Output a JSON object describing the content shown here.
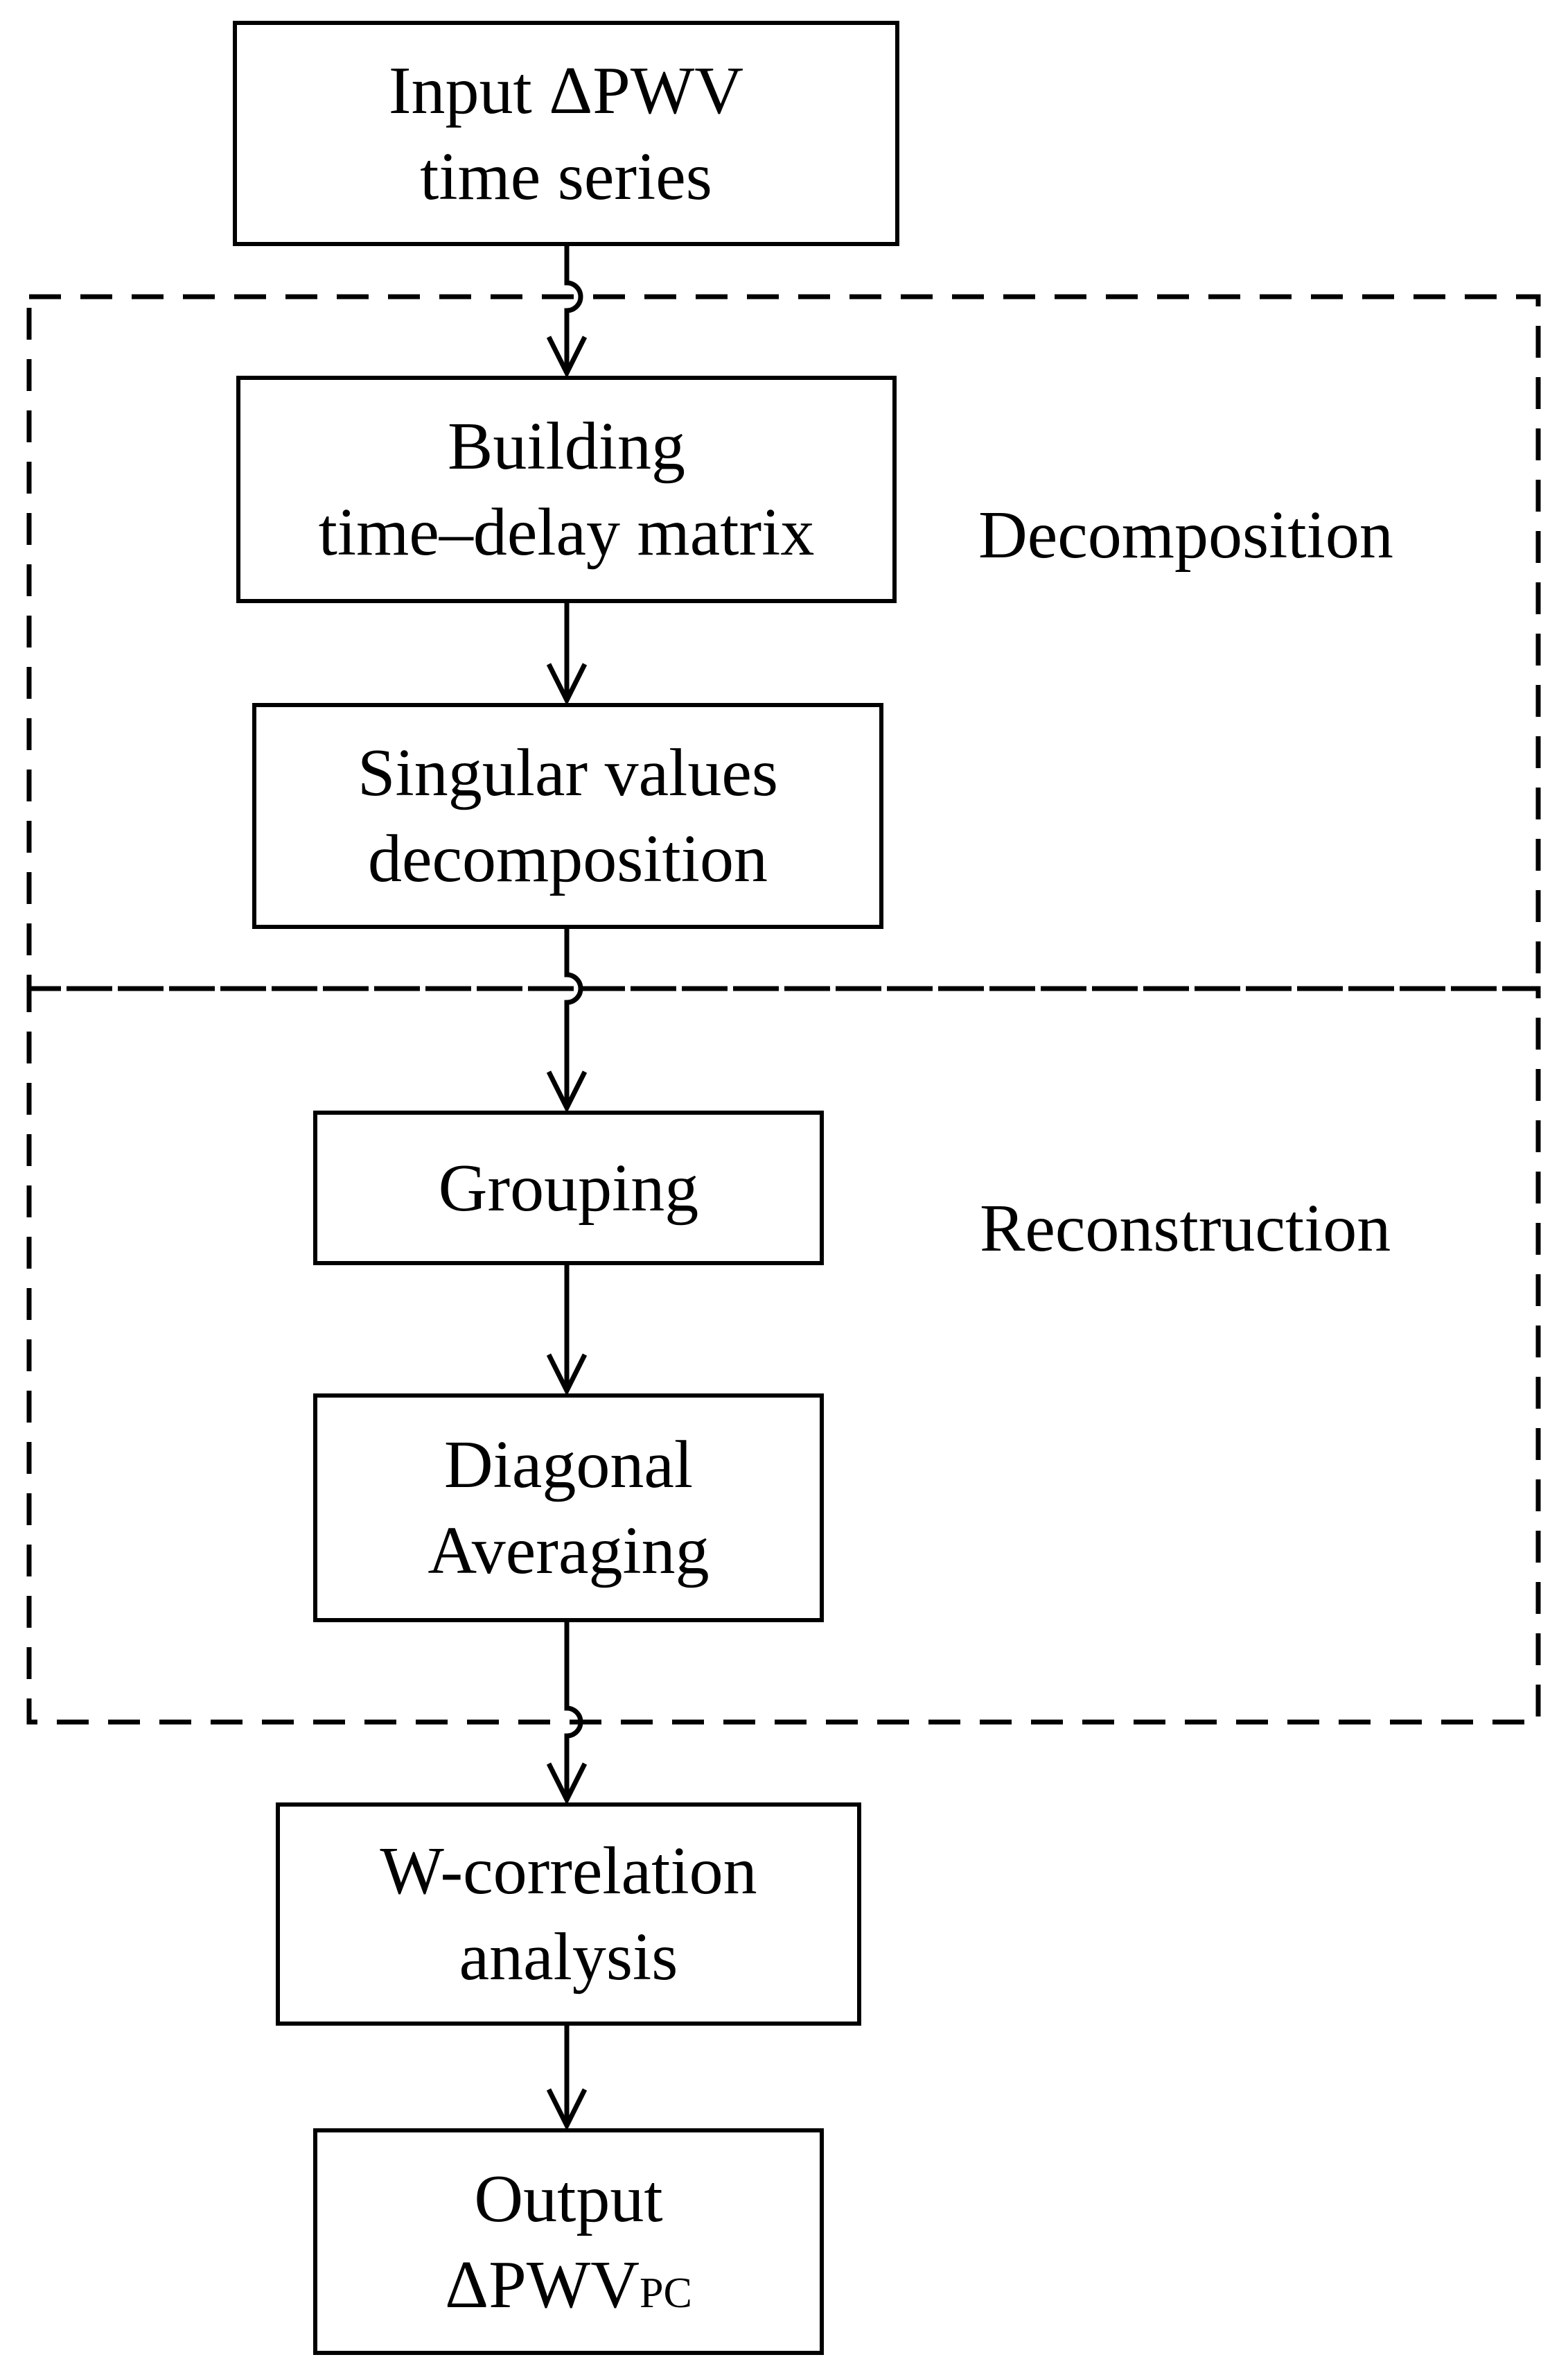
{
  "nodes": {
    "input": {
      "line1": "Input ΔPWV",
      "line2": "time series"
    },
    "building": {
      "line1": "Building",
      "line2": "time–delay matrix"
    },
    "svd": {
      "line1": "Singular values",
      "line2": "decomposition"
    },
    "grouping": {
      "line1": "Grouping"
    },
    "diagonal": {
      "line1": "Diagonal",
      "line2": "Averaging"
    },
    "wcorr": {
      "line1": "W-correlation",
      "line2": "analysis"
    },
    "output": {
      "line1": "Output",
      "line2_main": "ΔPWV",
      "line2_sub": "PC"
    }
  },
  "sections": {
    "decomposition": "Decomposition",
    "reconstruction": "Reconstruction"
  },
  "colors": {
    "stroke": "#000000",
    "background": "#ffffff"
  }
}
